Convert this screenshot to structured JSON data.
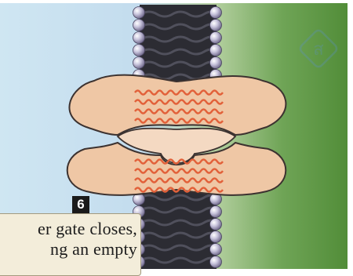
{
  "step": {
    "number": "6"
  },
  "caption": {
    "line1": "er gate closes,",
    "line2": "ng an empty"
  },
  "watermark": {
    "text": "ส"
  },
  "colors": {
    "cytoplasm_left": "#cfe6f2",
    "exterior_right": "#4f8b36",
    "membrane_dark": "#2c2c33",
    "lipid_head": "#c8c4dc",
    "transporter_fill": "#efc7a5",
    "transporter_stroke": "#3c3230",
    "helix_orange": "#e2613a",
    "caption_bg": "#f3edda",
    "badge_bg": "#1a1a1a"
  },
  "icons": [
    "lipid-head-icon",
    "watermark-logo-icon"
  ]
}
